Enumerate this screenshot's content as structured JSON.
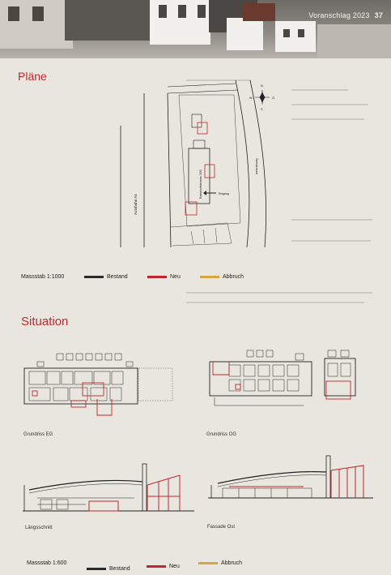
{
  "header": {
    "title": "Voranschlag 2023",
    "page_number": "37"
  },
  "sections": {
    "plans_title": "Pläne",
    "situation_title": "Situation"
  },
  "site_plan": {
    "labels": {
      "road_left": "Autobahn A4",
      "road_right": "Seestrasse",
      "building": "Bahnhofstrasse 100",
      "entrance": "Eingang"
    },
    "compass": {
      "n": "N",
      "s": "S",
      "w": "W",
      "o": "O"
    }
  },
  "legend_top": {
    "scale": "Massstab 1:1000",
    "items": [
      {
        "label": "Bestand",
        "color": "#2a2a2a"
      },
      {
        "label": "Neu",
        "color": "#c0272d"
      },
      {
        "label": "Abbruch",
        "color": "#d6a640"
      }
    ]
  },
  "drawings": [
    {
      "caption": "Grundriss EG"
    },
    {
      "caption": "Grundriss OG"
    },
    {
      "caption": "Längsschnitt"
    },
    {
      "caption": "Fassade Ost"
    }
  ],
  "legend_bottom": {
    "scale": "Massstab 1:600",
    "items": [
      {
        "label": "Bestand",
        "color": "#2a2a2a"
      },
      {
        "label": "Neu",
        "color": "#c0272d"
      },
      {
        "label": "Abbruch",
        "color": "#d6a640"
      }
    ]
  }
}
